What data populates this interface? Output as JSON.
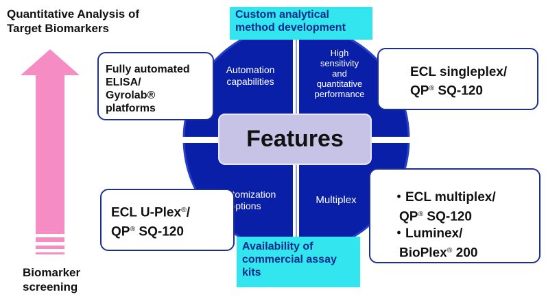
{
  "left_top_title": [
    "Quantitative Analysis of",
    "Target Biomarkers"
  ],
  "left_bottom_title": [
    "Biomarker",
    "screening"
  ],
  "top_banner": [
    "Custom analytical",
    "method development"
  ],
  "bottom_banner": [
    "Availability of",
    "commercial assay",
    "kits"
  ],
  "center_label": "Features",
  "quadrants": {
    "top_left": [
      "Automation",
      "capabilities"
    ],
    "top_right": [
      "High",
      "sensitivity",
      "and",
      "quantitative",
      "performance"
    ],
    "bottom_left": [
      "Customization",
      "options"
    ],
    "bottom_right": [
      "Multiplex"
    ]
  },
  "boxes": {
    "top_left": [
      "Fully automated",
      "ELISA/",
      "Gyrolab®",
      "platforms"
    ],
    "top_right": {
      "line1": "ECL singleplex/",
      "line2_pre": "QP",
      "sup": "®",
      "line2_post": " SQ-120"
    },
    "bottom_left": {
      "l1_pre": "ECL U-Plex",
      "l1_sup": "®",
      "l1_post": "/",
      "l2_pre": "QP",
      "l2_sup": "®",
      "l2_post": " SQ-120"
    },
    "bottom_right": {
      "l1": "・ECL multiplex/",
      "l2_pre": "QP",
      "l2_sup": "®",
      "l2_post": " SQ-120",
      "l3": "・Luminex/",
      "l4_pre": "BioPlex",
      "l4_sup": "®",
      "l4_post": " 200"
    }
  },
  "colors": {
    "circle": "#0a1fa8",
    "circle_edge": "#2740c8",
    "banner": "#33E5EE",
    "arrow": "#f58cc3",
    "feature_box": "#c6c3e6",
    "box_border": "#1f2f8f"
  }
}
